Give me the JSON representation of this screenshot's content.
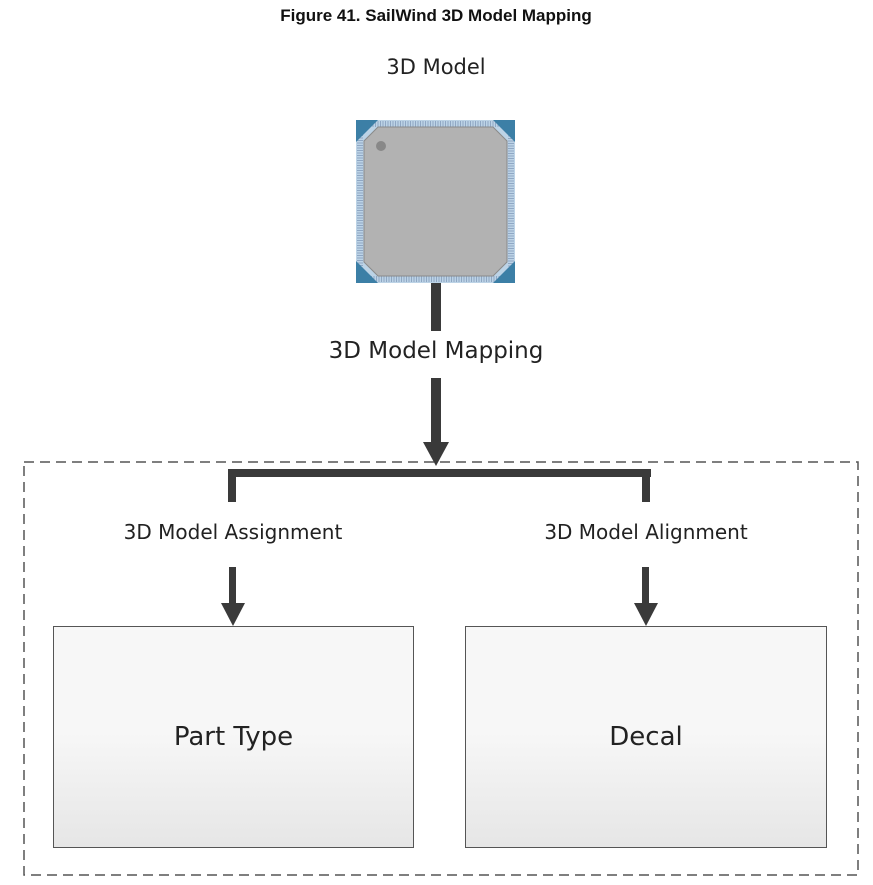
{
  "title": "Figure 41. SailWind 3D Model Mapping",
  "model_label": "3D Model",
  "mapping_label": "3D Model Mapping",
  "branches": [
    {
      "label": "3D Model Assignment",
      "target": "Part Type"
    },
    {
      "label": "3D Model Alignment",
      "target": "Decal"
    }
  ]
}
